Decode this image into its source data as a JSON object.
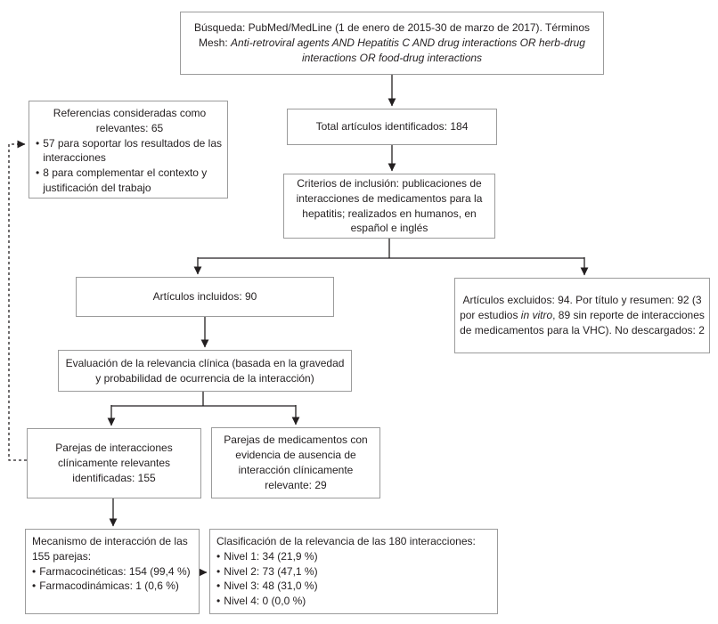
{
  "glyphs": {
    "bullet": "•"
  },
  "colors": {
    "background": "#ffffff",
    "box_border": "#9b9b9b",
    "text": "#231f20",
    "arrow": "#231f20"
  },
  "boxes": {
    "search": {
      "prefix": "Búsqueda: PubMed/MedLine (1 de enero de 2015-30 de marzo de 2017). Términos Mesh: ",
      "mesh_terms": "Anti-retroviral agents AND Hepatitis C AND drug interactions OR herb-drug interactions OR food-drug interactions"
    },
    "references": {
      "title": "Referencias consideradas como relevantes: 65",
      "items": [
        "57 para soportar los resultados de las interacciones",
        "8 para complementar el contexto y justificación del trabajo"
      ]
    },
    "total_identified": {
      "text": "Total artículos identificados: 184"
    },
    "inclusion_criteria": {
      "text": "Criterios de inclusión: publicaciones de interacciones de medicamentos para la hepatitis; realizados en humanos, en español e inglés"
    },
    "included": {
      "text": "Artículos incluidos: 90"
    },
    "excluded": {
      "prefix": "Artículos excluidos: 94. Por título y resumen: 92 (3 por estudios ",
      "italic": "in vitro",
      "suffix": ", 89 sin reporte de interacciones de medicamentos para la VHC). No descargados: 2"
    },
    "evaluation": {
      "text": "Evaluación de la relevancia clínica (basada en la gravedad y probabilidad de ocurrencia de la interacción)"
    },
    "relevant_pairs": {
      "text": "Parejas de interacciones clínicamente relevantes identificadas: 155"
    },
    "no_interaction_pairs": {
      "text": "Parejas de medicamentos con evidencia de ausencia de interacción clínicamente relevante: 29"
    },
    "mechanism": {
      "title": "Mecanismo de interacción de las 155 parejas:",
      "items": [
        "Farmacocinéticas: 154 (99,4 %)",
        "Farmacodinámicas: 1 (0,6 %)"
      ]
    },
    "classification": {
      "title": "Clasificación de la relevancia de las 180 interacciones:",
      "items": [
        "Nivel 1: 34 (21,9 %)",
        "Nivel 2: 73 (47,1 %)",
        "Nivel 3: 48 (31,0 %)",
        "Nivel 4: 0 (0,0 %)"
      ]
    }
  }
}
